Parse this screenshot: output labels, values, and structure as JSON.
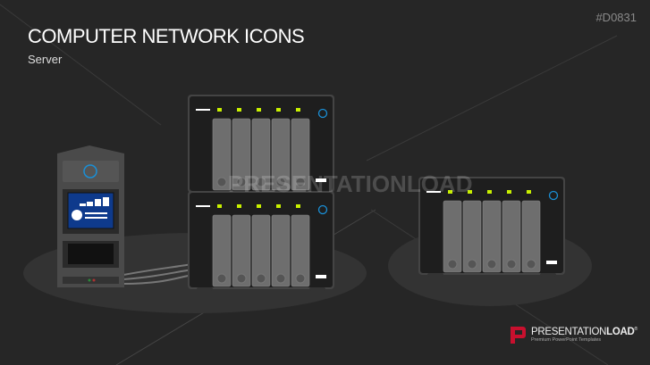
{
  "slide": {
    "title": "COMPUTER NETWORK ICONS",
    "subtitle": "Server",
    "code": "#D0831"
  },
  "illustration": {
    "items": [
      "tower-server",
      "nas-stack-top",
      "nas-stack-bottom",
      "nas-standalone"
    ],
    "bays_per_unit": 5,
    "colors": {
      "background": "#262626",
      "chassis": "#1e1e1e",
      "bay": "#6e6e6e",
      "led": "#c8f000",
      "power_ring": "#1a8fd6",
      "screen": "#0e3a8c",
      "floor": "#333333"
    }
  },
  "watermark": "PRESENTATIONLOAD",
  "logo": {
    "name_light": "PRESENTATION",
    "name_bold": "LOAD",
    "reg": "®",
    "tagline": "Premium PowerPoint Templates",
    "color": "#c8102e"
  }
}
